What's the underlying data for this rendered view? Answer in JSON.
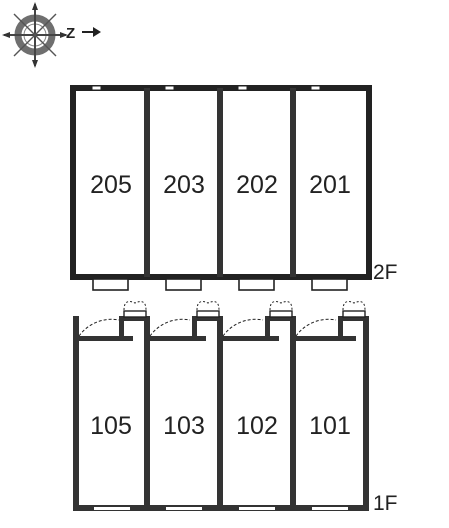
{
  "compass": {
    "letter": "Z",
    "icon": "compass-rose-icon",
    "colors": {
      "ring": "#6f6f6f",
      "spoke": "#444444"
    }
  },
  "floors": {
    "second": {
      "label": "2F",
      "units": [
        "205",
        "203",
        "202",
        "201"
      ]
    },
    "first": {
      "label": "1F",
      "units": [
        "105",
        "103",
        "102",
        "101"
      ]
    }
  },
  "colors": {
    "wall": "#222222",
    "wall_fill": "#444444",
    "background": "#ffffff"
  }
}
